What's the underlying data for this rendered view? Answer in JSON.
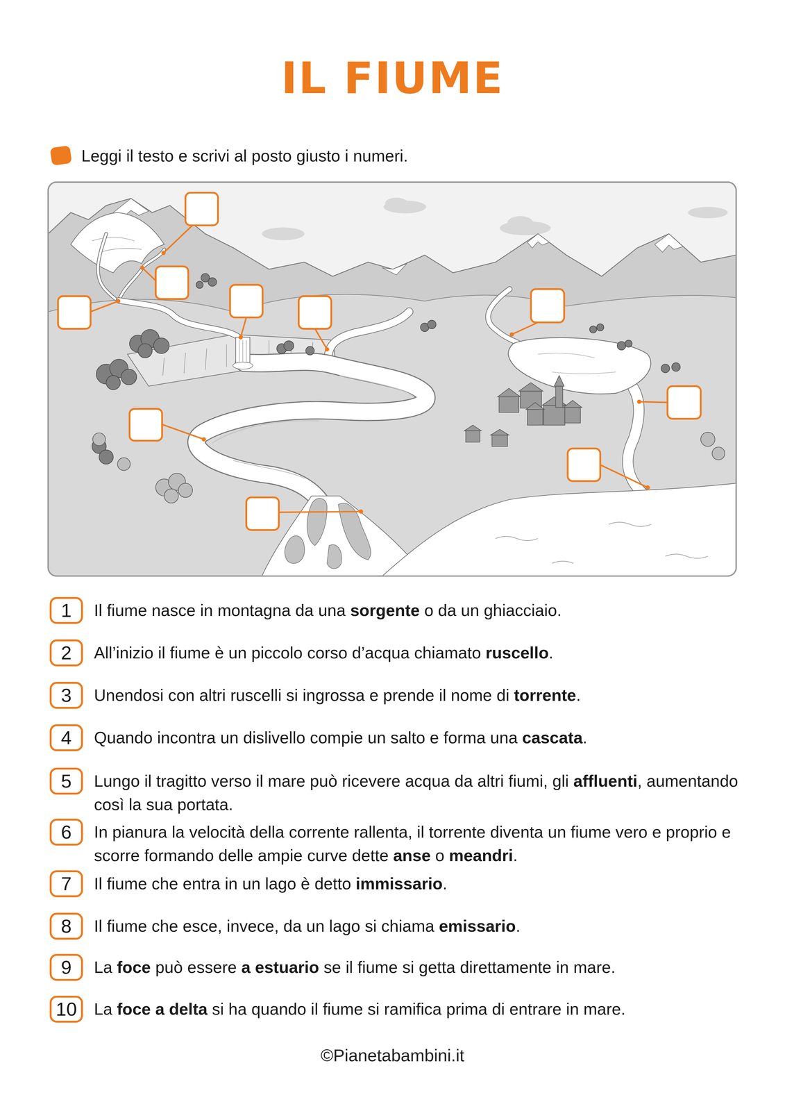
{
  "diagram": {
    "title": "IL FIUME",
    "nodes": [
      {
        "text": [
          "1"
        ]
      },
      {
        "text": [
          "2"
        ]
      },
      {
        "text": [
          "3"
        ]
      },
      {
        "text": [
          "4"
        ]
      },
      {
        "text": [
          "5"
        ]
      },
      {
        "text": [
          "6"
        ]
      },
      {
        "text": [
          "7"
        ]
      },
      {
        "text": [
          "8"
        ]
      },
      {
        "text": [
          "9"
        ]
      },
      {
        "text": [
          "10"
        ]
      }
    ],
    "labels": [
      "Leggi il testo e scrivi al posto giusto i numeri.",
      "Il fiume nasce in montagna da una sorgente o da un ghiacciaio.",
      "All’inizio il fiume è un piccolo corso d’acqua chiamato ruscello.",
      "Unendosi con altri ruscelli si ingrossa e prende il nome di torrente.",
      "Quando incontra un dislivello compie un salto e forma una cascata.",
      "Lungo il tragitto verso il mare può ricevere acqua da altri fiumi, gli affluenti, aumentando così la sua portata.",
      "In pianura la velocità della corrente rallenta, il torrente diventa un fiume vero e proprio e scorre formando delle ampie curve dette anse o meandri.",
      "Il fiume che entra in un lago è detto immissario.",
      "Il fiume che esce, invece, da un lago si chiama emissario.",
      "La foce può essere a estuario se il fiume si getta direttamente in mare.",
      "La foce a delta si ha quando il fiume si ramifica prima di entrare in mare.",
      "©Pianetabambini.it"
    ]
  }
}
